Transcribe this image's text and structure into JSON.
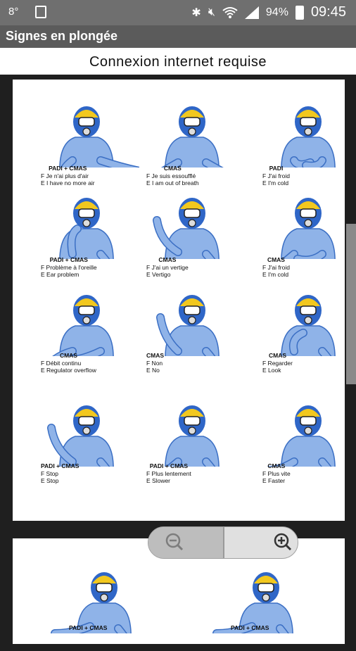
{
  "status_bar": {
    "left_text": "8°",
    "battery": "94%",
    "time": "09:45",
    "icons": [
      "notification-icon",
      "bluetooth-icon",
      "mute-icon",
      "wifi-icon",
      "signal-icon",
      "battery-icon"
    ]
  },
  "app": {
    "title": "Signes en plongée"
  },
  "notice": "Connexion internet requise",
  "colors": {
    "suit": "#8fb3e8",
    "suit_dark": "#3b6fc4",
    "hood": "#2f66c7",
    "helmet": "#f2c81e"
  },
  "signs": [
    {
      "org": "PADI + CMAS",
      "fr": "Je n'ai plus d'air",
      "en": "I have no more air"
    },
    {
      "org": "CMAS",
      "fr": "Je suis essoufflé",
      "en": "I am out of breath"
    },
    {
      "org": "PADI",
      "fr": "J'ai froid",
      "en": "I'm cold"
    },
    {
      "org": "PADI + CMAS",
      "fr": "Problème à l'oreille",
      "en": "Ear problem"
    },
    {
      "org": "CMAS",
      "fr": "J'ai un vertige",
      "en": "Vertigo"
    },
    {
      "org": "CMAS",
      "fr": "J'ai froid",
      "en": "I'm cold"
    },
    {
      "org": "CMAS",
      "fr": "Débit continu",
      "en": "Regulator overflow"
    },
    {
      "org": "CMAS",
      "fr": "Non",
      "en": "No"
    },
    {
      "org": "CMAS",
      "fr": "Regarder",
      "en": "Look"
    },
    {
      "org": "PADI + CMAS",
      "fr": "Stop",
      "en": "Stop"
    },
    {
      "org": "PADI + CMAS",
      "fr": "Plus lentement",
      "en": "Slower"
    },
    {
      "org": "CMAS",
      "fr": "Plus vite",
      "en": "Faster"
    }
  ],
  "page2_signs": [
    {
      "org": "PADI + CMAS"
    },
    {
      "org": "PADI + CMAS"
    }
  ],
  "letters": {
    "fr": "F",
    "en": "E"
  }
}
